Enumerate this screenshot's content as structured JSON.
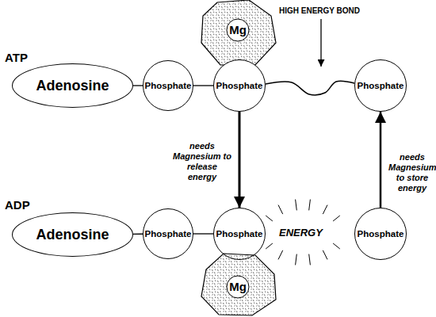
{
  "diagram": {
    "nodes": [
      {
        "text": [
          "Mg"
        ]
      },
      {
        "text": [
          "Adenosine"
        ]
      },
      {
        "text": [
          "Phosphate"
        ]
      },
      {
        "text": [
          "Phosphate"
        ]
      },
      {
        "text": [
          "Phosphate"
        ]
      },
      {
        "text": [
          "Adenosine"
        ]
      },
      {
        "text": [
          "Phosphate"
        ]
      },
      {
        "text": [
          "Phosphate"
        ]
      },
      {
        "text": [
          "Phosphate"
        ]
      },
      {
        "text": [
          "Mg"
        ]
      }
    ],
    "edges": [
      {
        "from": 1,
        "to": 2,
        "arrow": "none"
      },
      {
        "from": 2,
        "to": 3,
        "arrow": "none"
      },
      {
        "from": 3,
        "to": 4,
        "arrow": "none"
      },
      {
        "from": 3,
        "to": 7,
        "arrow": "to",
        "label": "needs Magnesium to release energy"
      },
      {
        "from": 5,
        "to": 6,
        "arrow": "none"
      },
      {
        "from": 6,
        "to": 7,
        "arrow": "none"
      },
      {
        "from": 8,
        "to": 4,
        "arrow": "to",
        "label": "needs Magnesium to store energy"
      }
    ],
    "labels": [
      "HIGH ENERGY BOND",
      "ATP",
      "ADP",
      "ENERGY"
    ]
  }
}
